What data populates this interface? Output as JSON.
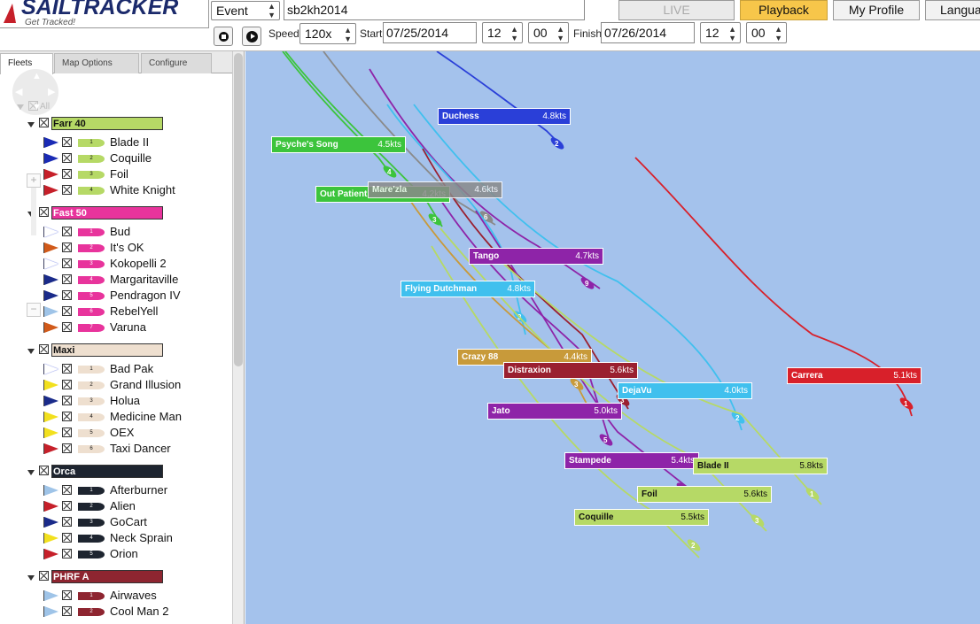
{
  "app": {
    "brand": "SAILTRACKER",
    "tagline": "Get Tracked!"
  },
  "toolbar": {
    "event_select": "Event",
    "event_name": "sb2kh2014",
    "speed_label": "Speed",
    "speed_value": "120x",
    "start_label": "Start",
    "start_date": "07/25/2014",
    "start_hour": "12",
    "start_min": "00",
    "finish_label": "Finish",
    "finish_date": "07/26/2014",
    "finish_hour": "12",
    "finish_min": "00",
    "nav": {
      "live": "LIVE",
      "playback": "Playback",
      "profile": "My Profile",
      "language": "Langua"
    }
  },
  "sidebar": {
    "tabs": [
      "Fleets",
      "Map Options",
      "Configure"
    ],
    "all_label": "All",
    "collapse_glyph": "<",
    "fleets": [
      {
        "name": "Farr 40",
        "color": "#b6d966",
        "boats": [
          {
            "num": "1",
            "name": "Blade II",
            "flag": "#1a2bb5"
          },
          {
            "num": "2",
            "name": "Coquille",
            "flag": "#1a2bb5"
          },
          {
            "num": "3",
            "name": "Foil",
            "flag": "#c6202a"
          },
          {
            "num": "4",
            "name": "White Knight",
            "flag": "#c6202a"
          }
        ]
      },
      {
        "name": "Fast 50",
        "color": "#e8349c",
        "boats": [
          {
            "num": "1",
            "name": "Bud",
            "flag": "#ffffff"
          },
          {
            "num": "2",
            "name": "It's OK",
            "flag": "#d15a1a"
          },
          {
            "num": "3",
            "name": "Kokopelli 2",
            "flag": "#ffffff"
          },
          {
            "num": "4",
            "name": "Margaritaville",
            "flag": "#1a2b8a"
          },
          {
            "num": "5",
            "name": "Pendragon IV",
            "flag": "#1a2b8a"
          },
          {
            "num": "6",
            "name": "RebelYell",
            "flag": "#9fc4e8"
          },
          {
            "num": "7",
            "name": "Varuna",
            "flag": "#d15a1a"
          }
        ]
      },
      {
        "name": "Maxi",
        "color": "#eedfcf",
        "boats": [
          {
            "num": "1",
            "name": "Bad Pak",
            "flag": "#ffffff"
          },
          {
            "num": "2",
            "name": "Grand Illusion",
            "flag": "#f2e01e"
          },
          {
            "num": "3",
            "name": "Holua",
            "flag": "#1a2b8a"
          },
          {
            "num": "4",
            "name": "Medicine Man",
            "flag": "#f2e01e"
          },
          {
            "num": "5",
            "name": "OEX",
            "flag": "#f2e01e"
          },
          {
            "num": "6",
            "name": "Taxi Dancer",
            "flag": "#c6202a"
          }
        ]
      },
      {
        "name": "Orca",
        "color": "#1e2530",
        "boats": [
          {
            "num": "1",
            "name": "Afterburner",
            "flag": "#9fc4e8"
          },
          {
            "num": "2",
            "name": "Alien",
            "flag": "#c6202a"
          },
          {
            "num": "3",
            "name": "GoCart",
            "flag": "#1a2b8a"
          },
          {
            "num": "4",
            "name": "Neck Sprain",
            "flag": "#f2e01e"
          },
          {
            "num": "5",
            "name": "Orion",
            "flag": "#c6202a"
          }
        ]
      },
      {
        "name": "PHRF A",
        "color": "#8e2530",
        "boats": [
          {
            "num": "1",
            "name": "Airwaves",
            "flag": "#9fc4e8"
          },
          {
            "num": "2",
            "name": "Cool Man 2",
            "flag": "#9fc4e8"
          }
        ]
      }
    ]
  },
  "map": {
    "boats": [
      {
        "name": "Duchess",
        "speed": "4.8kts",
        "color": "#2a3fd8",
        "marker": "2"
      },
      {
        "name": "Psyche's Song",
        "speed": "4.5kts",
        "color": "#3cc43c",
        "marker": "4"
      },
      {
        "name": "Out Patient",
        "speed": "4.2kts",
        "color": "#3cc43c",
        "marker": "3"
      },
      {
        "name": "Mare'zla",
        "speed": "4.6kts",
        "color": "#8a8a8a",
        "marker": "6"
      },
      {
        "name": "Tango",
        "speed": "4.7kts",
        "color": "#8e24a8",
        "marker": "9"
      },
      {
        "name": "Flying Dutchman",
        "speed": "4.8kts",
        "color": "#40c0ee",
        "marker": "3"
      },
      {
        "name": "Crazy 88",
        "speed": "4.4kts",
        "color": "#c89a3a",
        "marker": "3"
      },
      {
        "name": "Distraxion",
        "speed": "5.6kts",
        "color": "#9a2030",
        "marker": "3"
      },
      {
        "name": "DejaVu",
        "speed": "4.0kts",
        "color": "#40c0ee",
        "marker": "2"
      },
      {
        "name": "Jato",
        "speed": "5.0kts",
        "color": "#8e24a8",
        "marker": "5"
      },
      {
        "name": "Carrera",
        "speed": "5.1kts",
        "color": "#d8202a",
        "marker": "1"
      },
      {
        "name": "Stampede",
        "speed": "5.4kts",
        "color": "#8e24a8",
        "marker": "8"
      },
      {
        "name": "Blade II",
        "speed": "5.8kts",
        "color": "#b6d966",
        "marker": "1"
      },
      {
        "name": "Foil",
        "speed": "5.6kts",
        "color": "#b6d966",
        "marker": "3"
      },
      {
        "name": "Coquille",
        "speed": "5.5kts",
        "color": "#b6d966",
        "marker": "2"
      }
    ]
  }
}
